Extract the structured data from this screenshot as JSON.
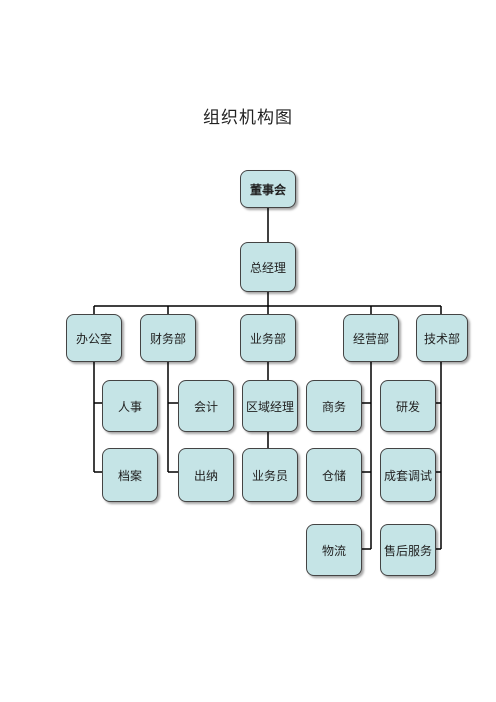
{
  "title": "组织机构图",
  "board": "董事会",
  "gm": "总经理",
  "departments": {
    "office": "办公室",
    "finance": "财务部",
    "business": "业务部",
    "operations": "经营部",
    "tech": "技术部"
  },
  "sub_units": {
    "hr": "人事",
    "archive": "档案",
    "accounting": "会计",
    "cashier": "出纳",
    "regional_manager": "区域经理",
    "salesperson": "业务员",
    "commerce": "商务",
    "warehouse": "仓储",
    "logistics": "物流",
    "rnd": "研发",
    "commissioning": "成套调试",
    "after_sales": "售后服务"
  },
  "colors": {
    "box_fill": "#c5e4e6",
    "box_border": "#444444",
    "line": "#000000"
  }
}
